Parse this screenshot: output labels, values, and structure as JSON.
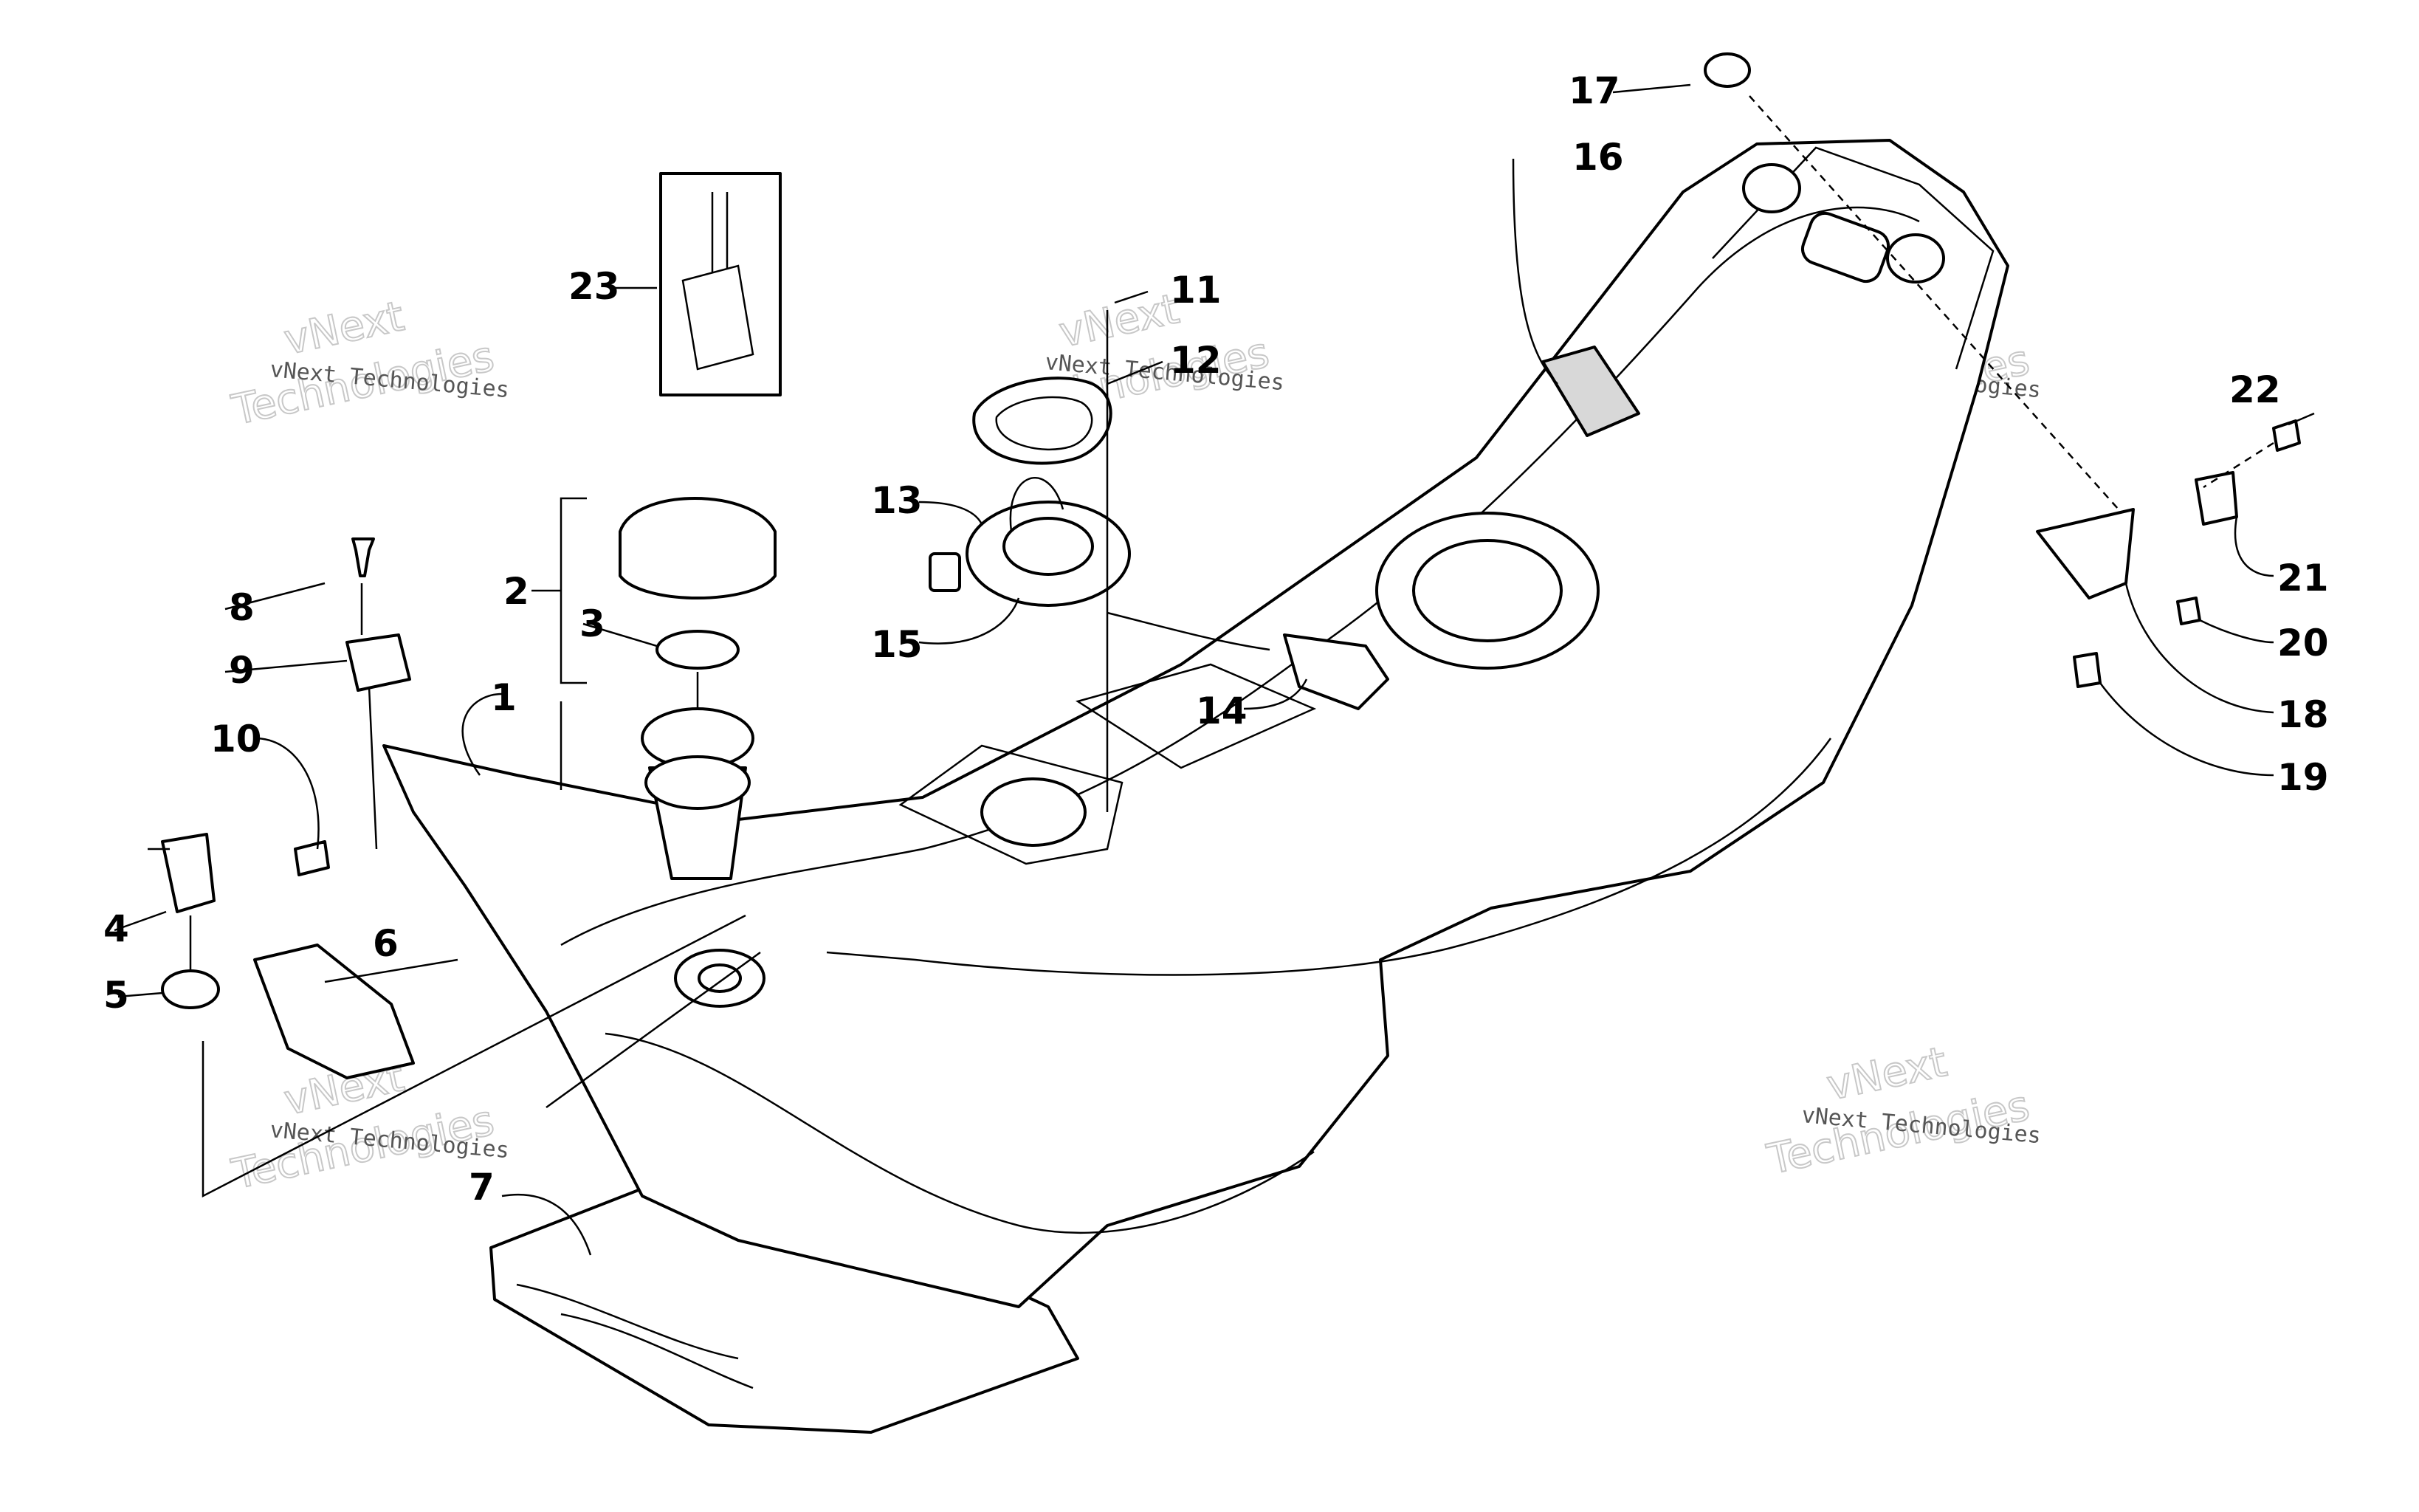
{
  "callouts": {
    "c1": "1",
    "c2": "2",
    "c3": "3",
    "c4": "4",
    "c5": "5",
    "c6": "6",
    "c7": "7",
    "c8": "8",
    "c9": "9",
    "c10": "10",
    "c11": "11",
    "c12": "12",
    "c13": "13",
    "c14": "14",
    "c15": "15",
    "c16": "16",
    "c17": "17",
    "c18": "18",
    "c19": "19",
    "c20": "20",
    "c21": "21",
    "c22": "22",
    "c23": "23"
  },
  "watermark": {
    "company_line": "vNext Technologies",
    "big_line1": "vNext",
    "big_line2": "Technologies"
  }
}
